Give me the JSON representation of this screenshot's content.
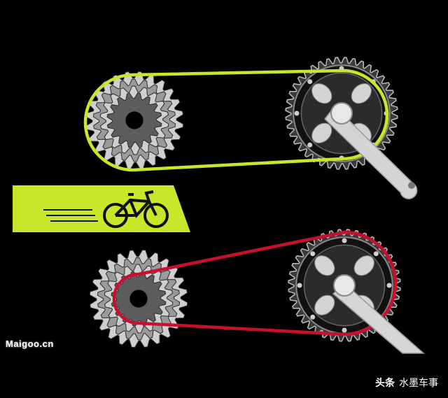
{
  "colors": {
    "background": "#000000",
    "chain_fast": "#c8e62a",
    "chain_slow": "#c8102e",
    "banner": "#c8e62a",
    "gear_light": "#cfcfcf",
    "gear_mid": "#9a9a9a",
    "gear_dark": "#5c5c5c",
    "crank": "#dcdcdc"
  },
  "icons": {
    "banner": "bicycle-speed-icon"
  },
  "watermark": "Maigoo.cn",
  "credit": {
    "brand": "头条",
    "author": "水墨车事"
  }
}
